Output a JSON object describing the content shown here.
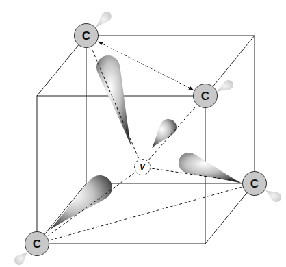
{
  "diagram": {
    "nodes": [
      {
        "text": [
          "C"
        ]
      },
      {
        "text": [
          "C"
        ]
      },
      {
        "text": [
          "V"
        ]
      },
      {
        "text": [
          "C"
        ]
      },
      {
        "text": [
          "C"
        ]
      }
    ],
    "edges": [
      {
        "from": 0,
        "to": 1,
        "arrow": "both"
      },
      {
        "from": 2,
        "to": 0,
        "arrow": "none"
      },
      {
        "from": 2,
        "to": 1,
        "arrow": "none"
      },
      {
        "from": 2,
        "to": 3,
        "arrow": "none"
      },
      {
        "from": 2,
        "to": 4,
        "arrow": "none"
      },
      {
        "from": 4,
        "to": 3,
        "arrow": "none"
      }
    ]
  }
}
